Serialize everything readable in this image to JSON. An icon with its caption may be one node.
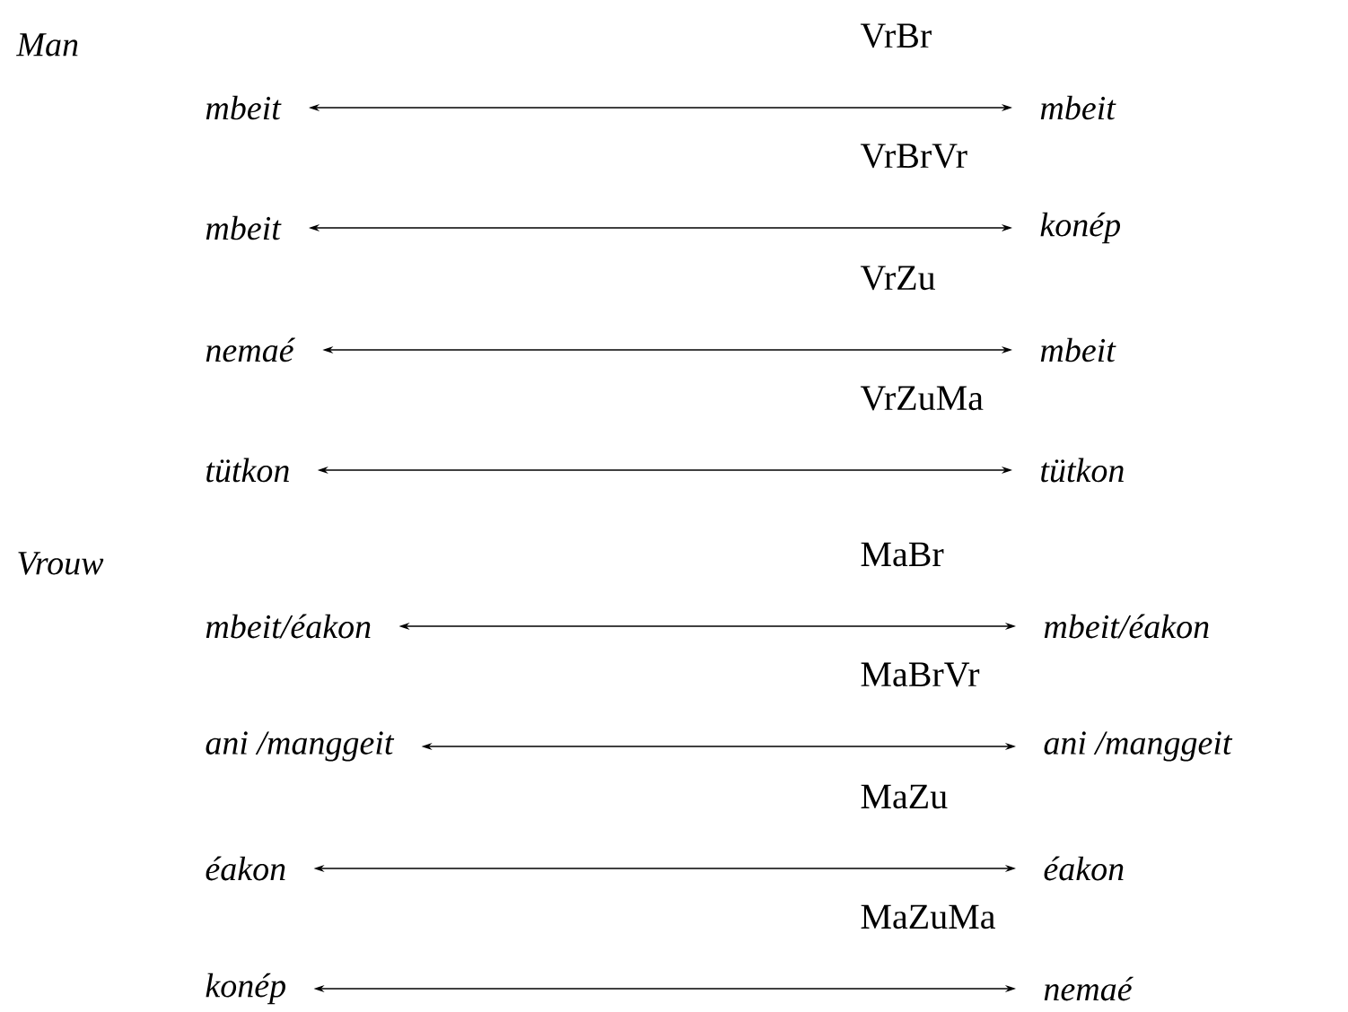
{
  "diagram": {
    "nodes": [
      {
        "text": [
          "*mbeit*"
        ]
      },
      {
        "text": [
          "*mbeit*"
        ]
      },
      {
        "text": [
          "*mbeit*"
        ]
      },
      {
        "text": [
          "*konép*"
        ]
      },
      {
        "text": [
          "*nemaé*"
        ]
      },
      {
        "text": [
          "*mbeit*"
        ]
      },
      {
        "text": [
          "*tütkon*"
        ]
      },
      {
        "text": [
          "*tütkon*"
        ]
      },
      {
        "text": [
          "*mbeit/éakon*"
        ]
      },
      {
        "text": [
          "*mbeit/éakon*"
        ]
      },
      {
        "text": [
          "*ani /manggeit*"
        ]
      },
      {
        "text": [
          "*ani /manggeit*"
        ]
      },
      {
        "text": [
          "*éakon*"
        ]
      },
      {
        "text": [
          "*éakon*"
        ]
      },
      {
        "text": [
          "*konép*"
        ]
      },
      {
        "text": [
          "*nemaé*"
        ]
      }
    ],
    "edges": [
      {
        "from": 0,
        "to": 1,
        "arrow": "both",
        "label": "VrBr"
      },
      {
        "from": 2,
        "to": 3,
        "arrow": "both",
        "label": "VrBrVr"
      },
      {
        "from": 4,
        "to": 5,
        "arrow": "both",
        "label": "VrZu"
      },
      {
        "from": 6,
        "to": 7,
        "arrow": "both",
        "label": "VrZuMa"
      },
      {
        "from": 8,
        "to": 9,
        "arrow": "both",
        "label": "MaBr"
      },
      {
        "from": 10,
        "to": 11,
        "arrow": "both",
        "label": "MaBrVr"
      },
      {
        "from": 12,
        "to": 13,
        "arrow": "both",
        "label": "MaZu"
      },
      {
        "from": 14,
        "to": 15,
        "arrow": "both",
        "label": "MaZuMa"
      }
    ],
    "labels": [
      "*Man*",
      "*Vrouw*"
    ]
  }
}
